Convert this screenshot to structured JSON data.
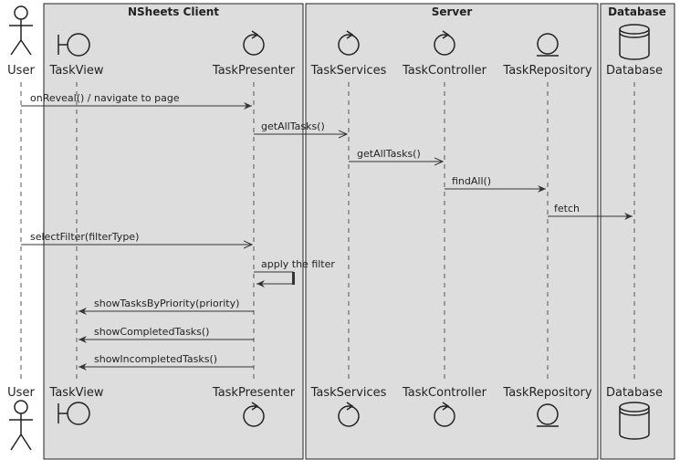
{
  "boxes": [
    {
      "title": "NSheets Client"
    },
    {
      "title": "Server"
    },
    {
      "title": "Database"
    }
  ],
  "participants": [
    {
      "name": "User",
      "kind": "actor"
    },
    {
      "name": "TaskView",
      "kind": "boundary"
    },
    {
      "name": "TaskPresenter",
      "kind": "control"
    },
    {
      "name": "TaskServices",
      "kind": "control"
    },
    {
      "name": "TaskController",
      "kind": "control"
    },
    {
      "name": "TaskRepository",
      "kind": "entity"
    },
    {
      "name": "Database",
      "kind": "database"
    }
  ],
  "messages": [
    {
      "from": 0,
      "to": 2,
      "label": "onReveal() / navigate to page",
      "arrow": "filled"
    },
    {
      "from": 2,
      "to": 3,
      "label": "getAllTasks()",
      "arrow": "open"
    },
    {
      "from": 3,
      "to": 4,
      "label": "getAllTasks()",
      "arrow": "open"
    },
    {
      "from": 4,
      "to": 5,
      "label": "findAll()",
      "arrow": "filled"
    },
    {
      "from": 5,
      "to": 6,
      "label": "fetch",
      "arrow": "filled"
    },
    {
      "from": 0,
      "to": 2,
      "label": "selectFilter(filterType)",
      "arrow": "open"
    },
    {
      "from": 2,
      "to": 2,
      "label": "apply the filter",
      "arrow": "filled"
    },
    {
      "from": 2,
      "to": 1,
      "label": "showTasksByPriority(priority)",
      "arrow": "filled"
    },
    {
      "from": 2,
      "to": 1,
      "label": "showCompletedTasks()",
      "arrow": "filled"
    },
    {
      "from": 2,
      "to": 1,
      "label": "showIncompletedTasks()",
      "arrow": "filled"
    }
  ]
}
